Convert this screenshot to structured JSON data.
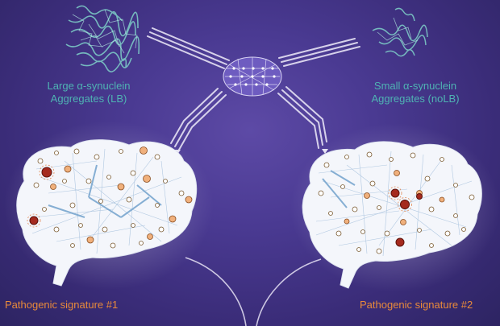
{
  "labels": {
    "large_line1": "Large α-synuclein",
    "large_line2": "Aggregates (LB)",
    "small_line1": "Small α-synuclein",
    "small_line2": "Aggregates (noLB)",
    "signature_1": "Pathogenic signature #1",
    "signature_2": "Pathogenic signature #2"
  },
  "colors": {
    "label_teal": "#4fb3b3",
    "signature_orange": "#e98a3a",
    "background": "#4a3a92",
    "lewy_body_red": "#a52a1e"
  },
  "icons": [
    "protein-aggregate-large-icon",
    "protein-aggregate-small-icon",
    "machine-learning-brain-icon",
    "brain-network-left",
    "brain-network-right"
  ]
}
